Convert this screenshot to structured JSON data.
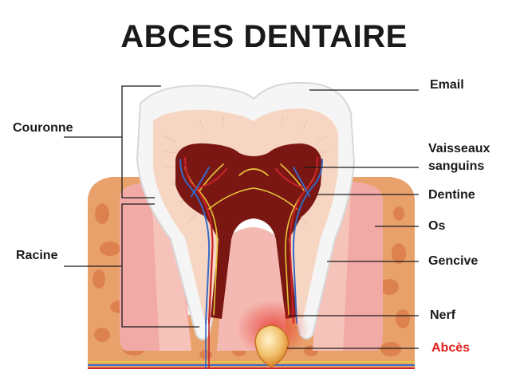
{
  "title": "ABCES DENTAIRE",
  "labels": {
    "couronne": "Couronne",
    "racine": "Racine",
    "email": "Email",
    "vaisseaux_1": "Vaisseaux",
    "vaisseaux_2": "sanguins",
    "dentine": "Dentine",
    "os": "Os",
    "gencive": "Gencive",
    "nerf": "Nerf",
    "abces": "Abcès"
  },
  "colors": {
    "abces_label": "#e0201c",
    "enamel": "#f7f7f7",
    "dentine": "#f6d6c2",
    "pulp": "#7b1712",
    "bone": "#e9a16b",
    "gum": "#f2aaa7"
  }
}
